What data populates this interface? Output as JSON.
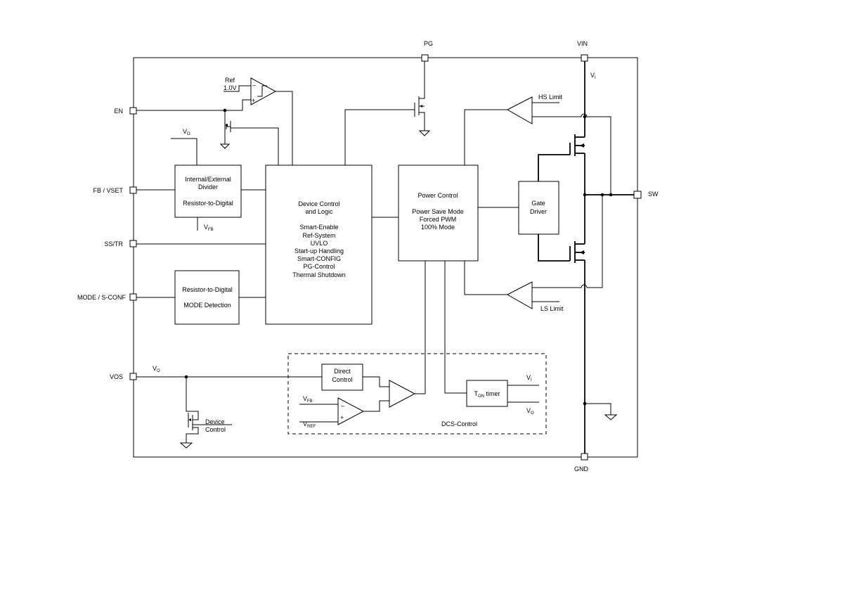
{
  "pins": {
    "pg": "PG",
    "vin": "VIN",
    "en": "EN",
    "fb_vset": "FB / VSET",
    "ss_tr": "SS/TR",
    "mode_sconf": "MODE / S-CONF",
    "vos": "VOS",
    "sw": "SW",
    "gnd": "GND"
  },
  "blocks": {
    "divider": {
      "line1": "Internal/External",
      "line2": "Divider",
      "line3": "Resistor-to-Digital"
    },
    "mode_detect": {
      "line1": "Resistor-to-Digital",
      "line2": "MODE Detection"
    },
    "device_control": {
      "line1": "Device Control",
      "line2": "and Logic",
      "line3": "Smart-Enable",
      "line4": "Ref-System",
      "line5": "UVLO",
      "line6": "Start-up Handling",
      "line7": "Smart-CONFIG",
      "line8": "PG-Control",
      "line9": "Thermal Shutdown"
    },
    "power_control": {
      "line1": "Power Control",
      "line2": "Power Save Mode",
      "line3": "Forced PWM",
      "line4": "100% Mode"
    },
    "gate_driver": {
      "line1": "Gate",
      "line2": "Driver"
    },
    "direct_control": {
      "line1": "Direct",
      "line2": "Control"
    },
    "ton_timer": {
      "prefix": "T",
      "subscript": "ON",
      "suffix": " timer"
    }
  },
  "labels": {
    "ref": "Ref",
    "ref_value": "1.0V",
    "hs_limit": "HS Limit",
    "ls_limit": "LS Limit",
    "dcs_control": "DCS-Control",
    "device_control_small_1": "Device",
    "device_control_small_2": "Control",
    "vo_main": "V",
    "vo_sub": "O",
    "vi_main": "V",
    "vi_sub": "I",
    "vfb_main": "V",
    "vfb_sub": "FB",
    "vref_main": "V",
    "vref_sub": "REF",
    "minus": "–",
    "plus": "+"
  }
}
